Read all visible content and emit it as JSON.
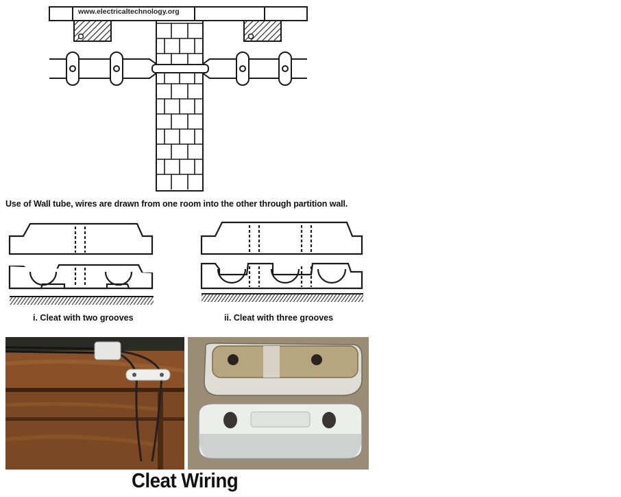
{
  "watermark": "www.electricaltechnology.org",
  "wall_tube_caption": "Use of Wall tube, wires are drawn from one room into the other through partition wall.",
  "cleat_two_caption": "i. Cleat with two grooves",
  "cleat_three_caption": "ii. Cleat with three grooves",
  "main_title": "Cleat Wiring",
  "colors": {
    "line": "#1a1a1a",
    "wood": "#7a4a25",
    "porcelain": "#e9ece8",
    "photo_background": "#9b8c76"
  }
}
